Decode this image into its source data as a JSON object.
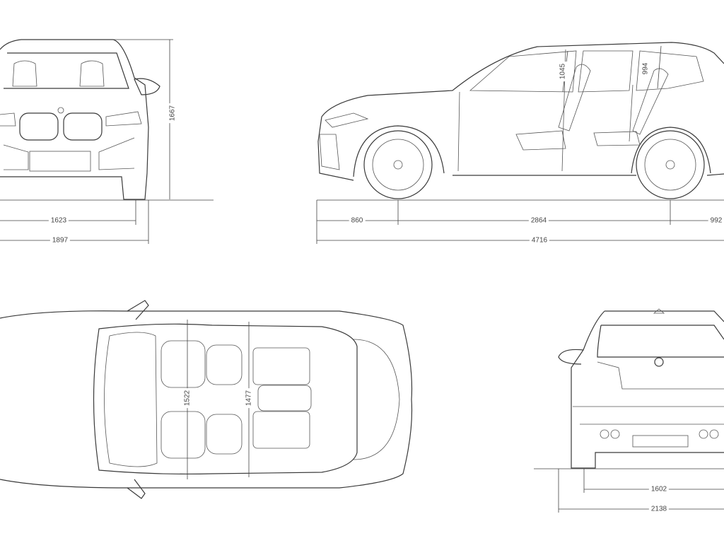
{
  "dimensions": {
    "front_height": "1667",
    "front_track": "1623",
    "front_width": "1897",
    "front_overhang": "860",
    "wheelbase": "2864",
    "rear_overhang": "992",
    "overall_length": "4716",
    "front_headroom": "1045",
    "rear_headroom": "994",
    "front_shoulder_width": "1522",
    "rear_shoulder_width": "1477",
    "rear_track": "1602",
    "width_with_mirrors": "2138"
  },
  "colors": {
    "line": "#3a3a3a",
    "background": "#ffffff"
  }
}
